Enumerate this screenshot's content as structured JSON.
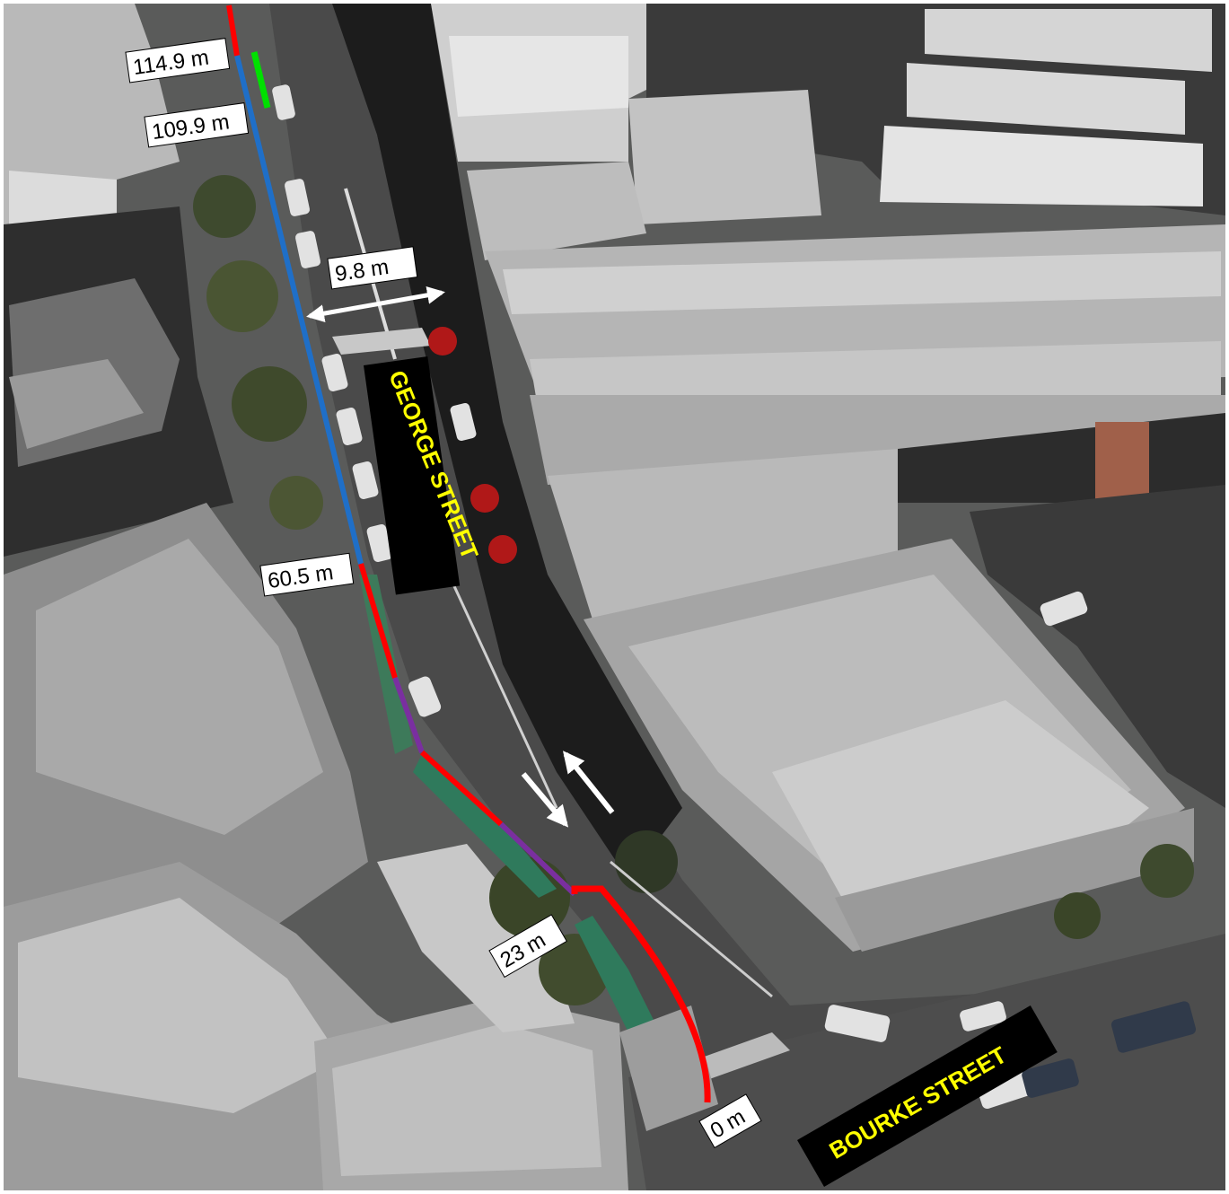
{
  "streets": {
    "george": "GEORGE STREET",
    "bourke": "BOURKE STREET"
  },
  "distances": {
    "d0": "0 m",
    "d23": "23 m",
    "d60": "60.5 m",
    "d109": "109.9 m",
    "d114": "114.9 m",
    "width": "9.8 m"
  },
  "colors": {
    "segment_red": "#ff0000",
    "segment_blue": "#1f6fc8",
    "segment_purple": "#7a2fa0",
    "segment_green": "#00e000",
    "street_label_bg": "#000000",
    "street_label_text": "#ffff00",
    "distance_label_bg": "#ffffff"
  }
}
